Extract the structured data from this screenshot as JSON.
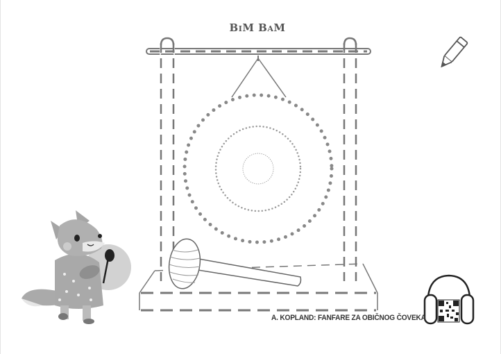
{
  "worksheet": {
    "title": "BiM BaM",
    "caption": "A. KOPLAND: FANFARE ZA OBIČNOG ČOVEKA"
  },
  "icons": [
    "pencil-icon",
    "headphones-icon",
    "qr-code",
    "fox-illustration",
    "gong-drawing",
    "mallet-drawing"
  ],
  "colors": {
    "line": "#777777",
    "fox": "#9a9a9a",
    "ink": "#333333"
  }
}
